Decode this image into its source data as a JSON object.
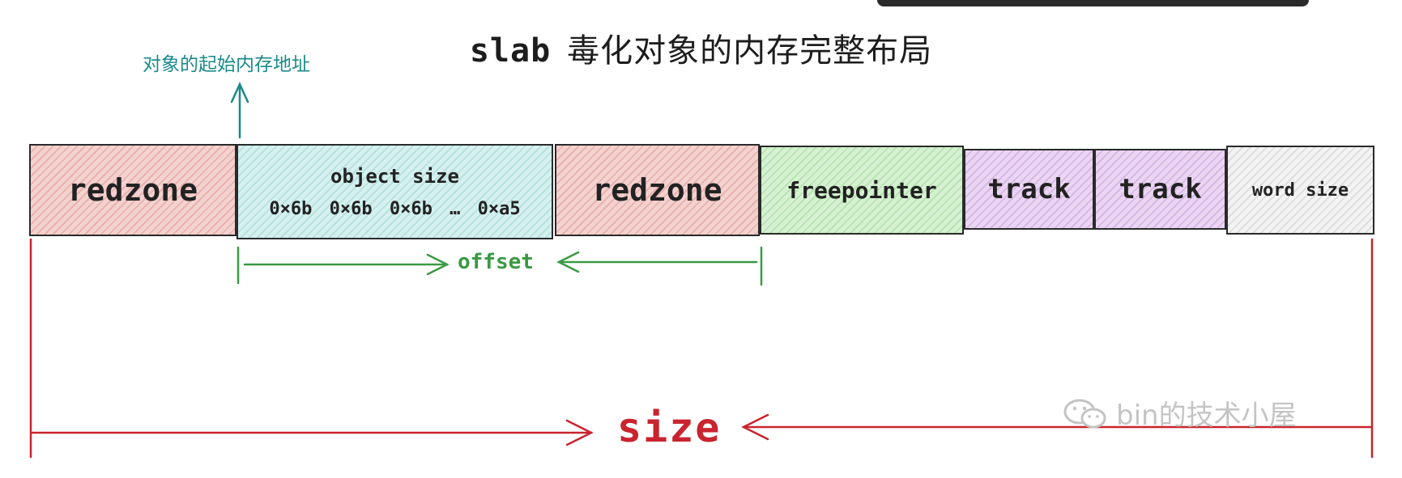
{
  "title": {
    "keyword": "slab",
    "text": "毒化对象的内存完整布局"
  },
  "start_address_label": "对象的起始内存地址",
  "blocks": {
    "redzone_left": "redzone",
    "object_size": "object size",
    "object_bytes": "0×6b 0×6b 0×6b … 0×a5",
    "redzone_right": "redzone",
    "freepointer": "freepointer",
    "track_1": "track",
    "track_2": "track",
    "word_size": "word size"
  },
  "offset_label": "offset",
  "size_label": "size",
  "watermark": "bin的技术小屋",
  "colors": {
    "redzone": "#e8b3ae",
    "object": "#b7e2de",
    "freepointer": "#b9e3b2",
    "track": "#d8b7e5",
    "word_size": "#dedede",
    "offset": "#3a9a43",
    "size": "#c9242f",
    "address": "#1c8a8a"
  }
}
